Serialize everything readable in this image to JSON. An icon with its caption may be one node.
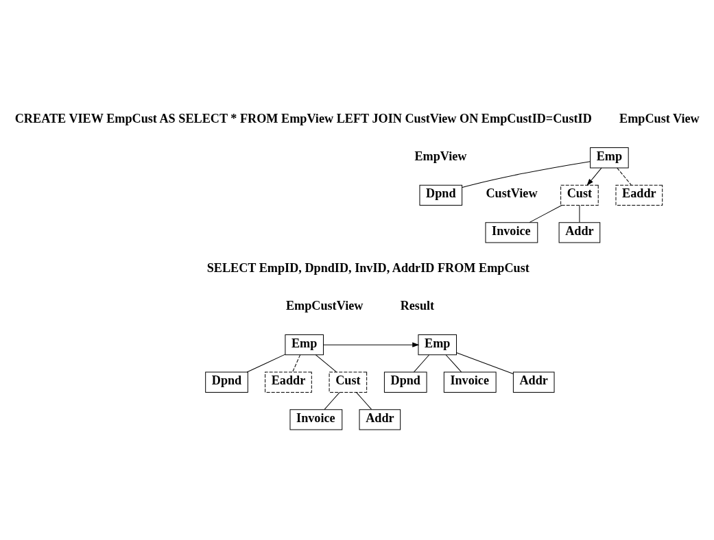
{
  "diagram": {
    "nodes": [
      {
        "text": [
          "Emp"
        ]
      },
      {
        "text": [
          "Dpnd"
        ]
      },
      {
        "text": [
          "Eaddr"
        ]
      },
      {
        "text": [
          "Cust"
        ]
      },
      {
        "text": [
          "Invoice"
        ]
      },
      {
        "text": [
          "Addr"
        ]
      },
      {
        "text": [
          "Emp"
        ]
      },
      {
        "text": [
          "Dpnd"
        ]
      },
      {
        "text": [
          "Eaddr"
        ]
      },
      {
        "text": [
          "Cust"
        ]
      },
      {
        "text": [
          "Invoice"
        ]
      },
      {
        "text": [
          "Addr"
        ]
      },
      {
        "text": [
          "Emp"
        ]
      },
      {
        "text": [
          "Dpnd"
        ]
      },
      {
        "text": [
          "Invoice"
        ]
      },
      {
        "text": [
          "Addr"
        ]
      }
    ],
    "edges": [
      {
        "from": 0,
        "to": 1,
        "arrow": "none"
      },
      {
        "from": 0,
        "to": 2,
        "arrow": "none",
        "style": "dashed"
      },
      {
        "from": 0,
        "to": 3,
        "arrow": "to"
      },
      {
        "from": 3,
        "to": 4,
        "arrow": "none"
      },
      {
        "from": 3,
        "to": 5,
        "arrow": "none"
      },
      {
        "from": 6,
        "to": 7,
        "arrow": "none"
      },
      {
        "from": 6,
        "to": 8,
        "arrow": "none",
        "style": "dashed"
      },
      {
        "from": 6,
        "to": 9,
        "arrow": "none"
      },
      {
        "from": 9,
        "to": 10,
        "arrow": "none"
      },
      {
        "from": 9,
        "to": 11,
        "arrow": "none"
      },
      {
        "from": 6,
        "to": 12,
        "arrow": "to"
      },
      {
        "from": 12,
        "to": 13,
        "arrow": "none"
      },
      {
        "from": 12,
        "to": 14,
        "arrow": "none"
      },
      {
        "from": 12,
        "to": 15,
        "arrow": "none"
      }
    ],
    "labels": [
      "EmpCust View",
      "CREATE VIEW EmpCust AS SELECT * FROM EmpView LEFT JOIN CustView ON EmpCustID=CustID",
      "EmpView",
      "CustView",
      "SELECT EmpID, DpndID, InvID, AddrID FROM EmpCust",
      "EmpCustView",
      "Result"
    ]
  }
}
